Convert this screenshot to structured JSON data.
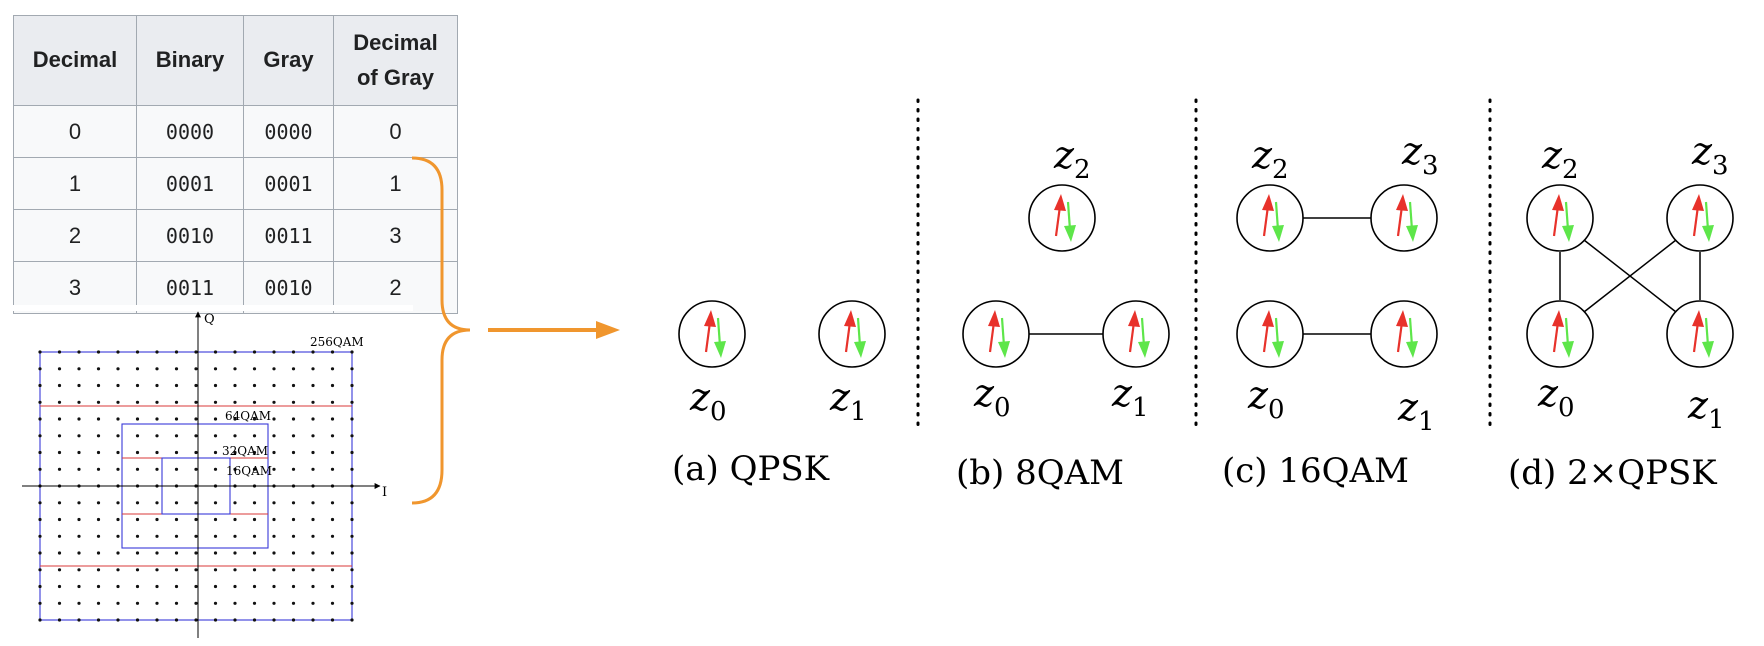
{
  "table": {
    "headers": [
      "Decimal",
      "Binary",
      "Gray",
      "Decimal of Gray"
    ],
    "header_lines": [
      [
        "Decimal"
      ],
      [
        "Binary"
      ],
      [
        "Gray"
      ],
      [
        "Decimal",
        "of Gray"
      ]
    ],
    "rows": [
      [
        "0",
        "0000",
        "0000",
        "0"
      ],
      [
        "1",
        "0001",
        "0001",
        "1"
      ],
      [
        "2",
        "0010",
        "0011",
        "3"
      ],
      [
        "3",
        "0011",
        "0010",
        "2"
      ]
    ]
  },
  "constellation": {
    "axis_q": "Q",
    "axis_i": "I",
    "labels": [
      "256QAM",
      "64QAM",
      "32QAM",
      "16QAM"
    ],
    "colors": {
      "grid_blue": "#3a3ad8",
      "grid_red": "#d83a3a",
      "dot": "#111111"
    }
  },
  "pointer": {
    "color": "#f0962e"
  },
  "panels": [
    {
      "caption": "(a) QPSK",
      "nodes": [
        {
          "label": "z",
          "sub": "0"
        },
        {
          "label": "z",
          "sub": "1"
        }
      ]
    },
    {
      "caption": "(b) 8QAM",
      "nodes": [
        {
          "label": "z",
          "sub": "2"
        },
        {
          "label": "z",
          "sub": "0"
        },
        {
          "label": "z",
          "sub": "1"
        }
      ]
    },
    {
      "caption": "(c) 16QAM",
      "nodes": [
        {
          "label": "z",
          "sub": "2"
        },
        {
          "label": "z",
          "sub": "3"
        },
        {
          "label": "z",
          "sub": "0"
        },
        {
          "label": "z",
          "sub": "1"
        }
      ]
    },
    {
      "caption": "(d) 2×QPSK",
      "nodes": [
        {
          "label": "z",
          "sub": "2"
        },
        {
          "label": "z",
          "sub": "3"
        },
        {
          "label": "z",
          "sub": "0"
        },
        {
          "label": "z",
          "sub": "1"
        }
      ]
    }
  ],
  "spin_colors": {
    "up": "#e8322b",
    "down": "#5ee64a"
  }
}
